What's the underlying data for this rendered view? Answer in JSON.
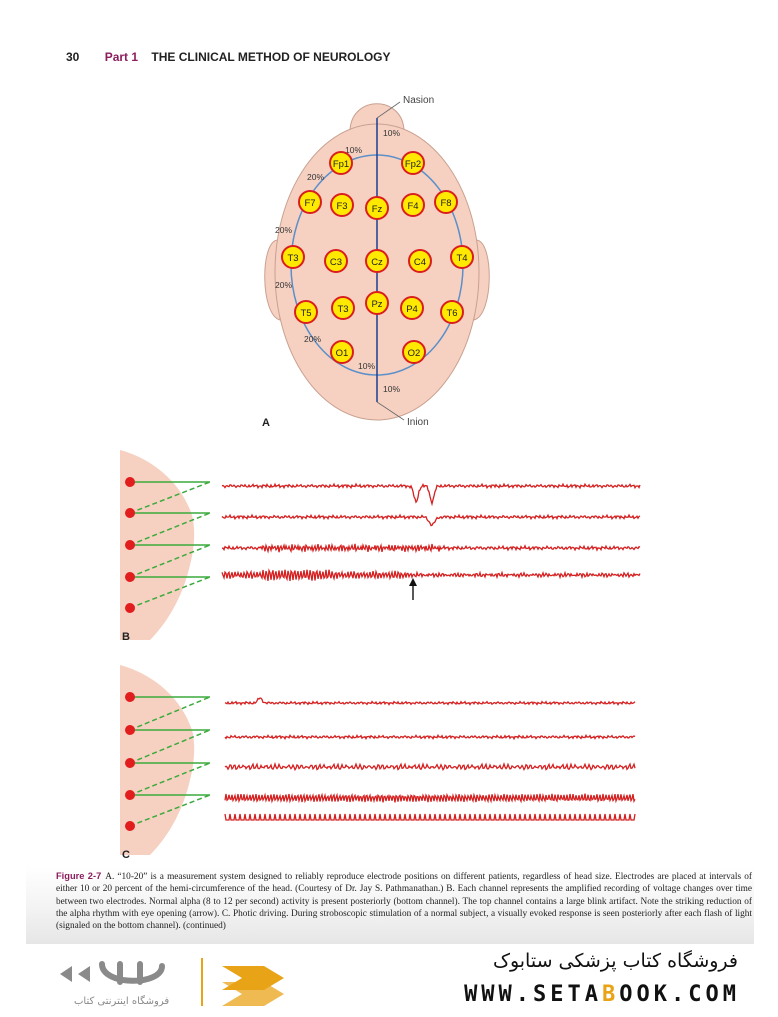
{
  "header": {
    "page_number": "30",
    "part": "Part 1",
    "title": "THE CLINICAL METHOD OF NEUROLOGY"
  },
  "figure_a": {
    "panel_letter": "A",
    "landmarks": {
      "nasion": "Nasion",
      "inion": "Inion"
    },
    "percents": {
      "top_outer": "10%",
      "top_inner": "10%",
      "upper_left": "20%",
      "mid_left": "20%",
      "lower_mid_left": "20%",
      "lower_left": "20%",
      "bottom_inner": "10%",
      "bottom_outer": "10%"
    },
    "electrodes": [
      "Fp1",
      "Fp2",
      "F7",
      "F3",
      "Fz",
      "F4",
      "F8",
      "T3",
      "C3",
      "Cz",
      "C4",
      "T4",
      "T5",
      "T3",
      "Pz",
      "P4",
      "T6",
      "O1",
      "O2"
    ]
  },
  "figure_b": {
    "panel_letter": "B"
  },
  "figure_c": {
    "panel_letter": "C"
  },
  "caption": {
    "label": "Figure 2-7",
    "text": "A. “10-20” is a measurement system designed to reliably reproduce electrode positions on different patients, regardless of head size. Electrodes are placed at intervals of either 10 or 20 percent of the hemi-circumference of the head. (Courtesy of Dr. Jay S. Pathmanathan.) B. Each channel represents the amplified recording of voltage changes over time between two electrodes. Normal alpha (8 to 12 per second) activity is present posteriorly (bottom channel). The top channel contains a large blink artifact. Note the striking reduction of the alpha rhythm with eye opening (arrow). C. Photic driving. During stroboscopic stimulation of a normal subject, a visually evoked response is seen posteriorly after each flash of light (signaled on the bottom channel). (continued)"
  },
  "footer": {
    "store_name": "فروشگاه کتاب پزشکی ستابوک",
    "url_parts": [
      "WWW.SETA",
      "B",
      "OOK.COM"
    ],
    "logo_text": "فروشگاه اینترنتی کتاب"
  },
  "colors": {
    "scalp": "#f6d1c2",
    "electrode_fill": "#ffe900",
    "electrode_ring": "#d91e1e",
    "trace": "#d42020",
    "green": "#3caa3c",
    "blue_line": "#5b8fc9",
    "midline": "#1c3d8f",
    "accent": "#8b1d5e"
  }
}
